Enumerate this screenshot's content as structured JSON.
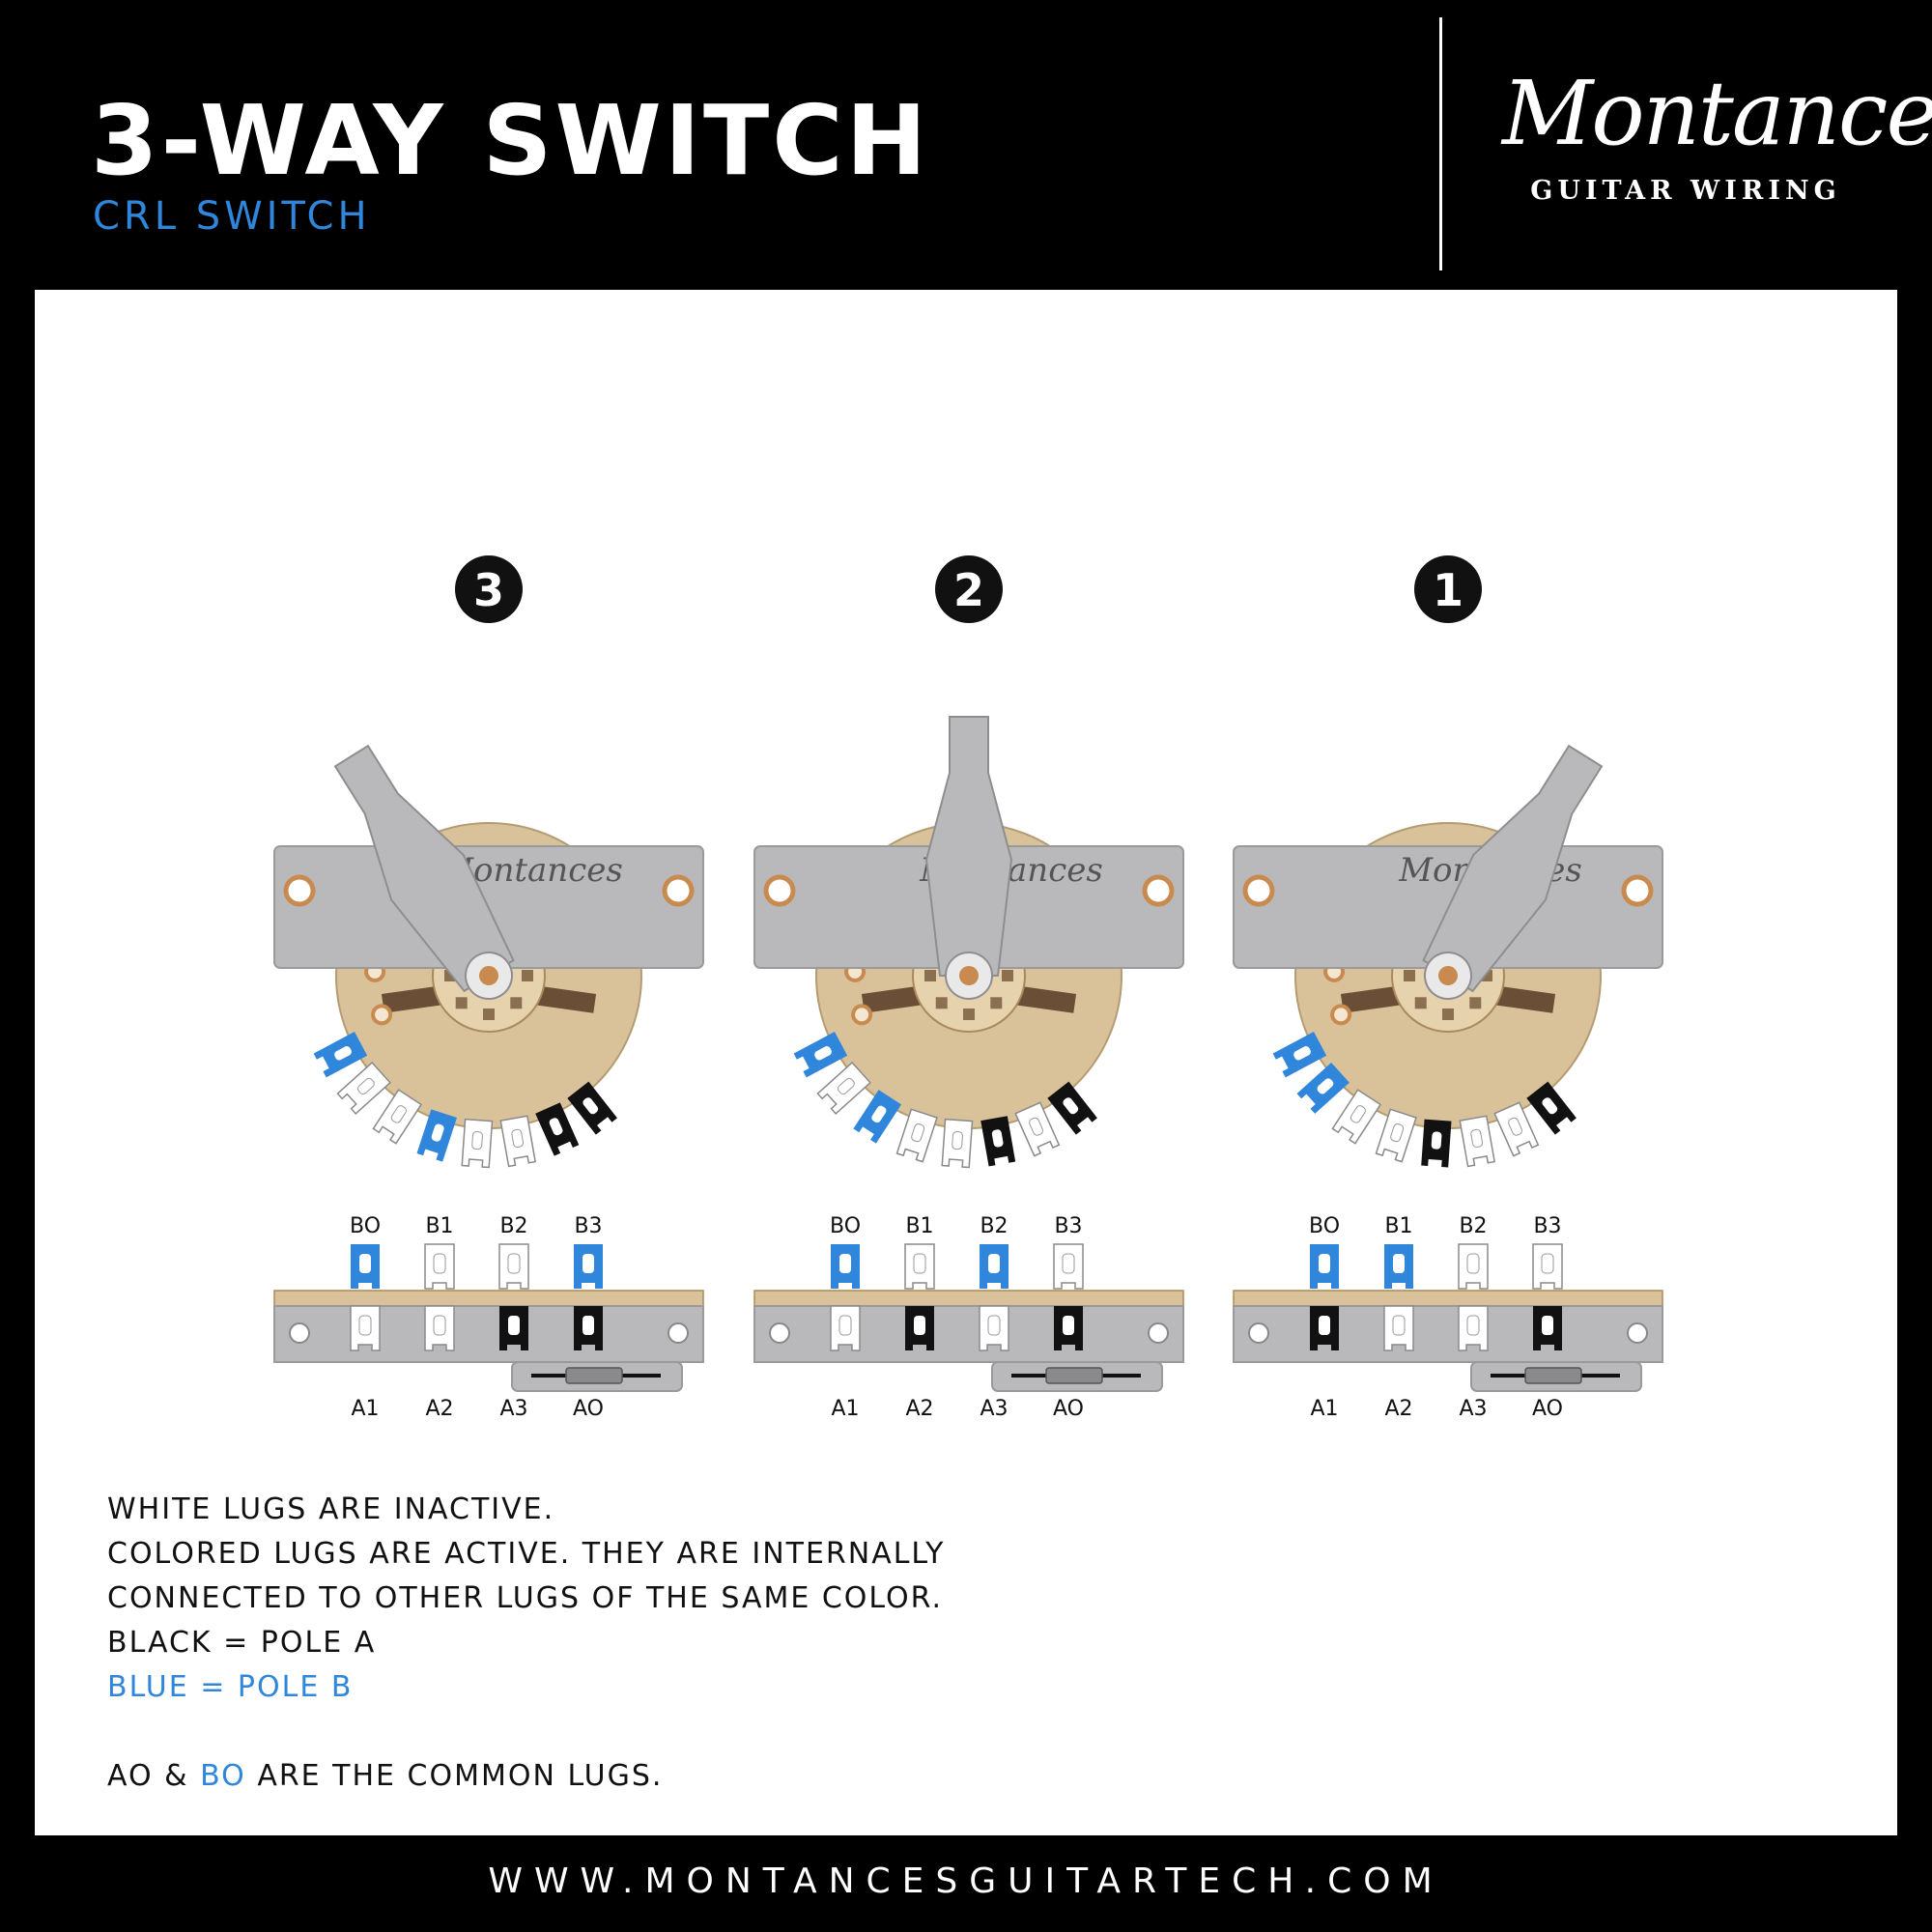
{
  "header": {
    "title": "3-WAY SWITCH",
    "subtitle": "CRL SWITCH",
    "brand_script": "Montances",
    "brand_sub": "GUITAR WIRING"
  },
  "colors": {
    "pole_a": "#111111",
    "pole_b": "#2f86da",
    "inactive": "#ffffff",
    "plate": "#b9b9bb",
    "wafer": "#d9c29a",
    "eyelet": "#c98a50"
  },
  "switch_brand": "Montances",
  "positions": [
    {
      "number": "3",
      "lever": "left",
      "pole_b_lugs": [
        "BO",
        "B1",
        "B2",
        "B3"
      ],
      "pole_b_active": [
        true,
        false,
        false,
        true
      ],
      "pole_a_lugs": [
        "A1",
        "A2",
        "A3",
        "AO"
      ],
      "pole_a_active": [
        false,
        false,
        true,
        true
      ]
    },
    {
      "number": "2",
      "lever": "center",
      "pole_b_lugs": [
        "BO",
        "B1",
        "B2",
        "B3"
      ],
      "pole_b_active": [
        true,
        false,
        true,
        false
      ],
      "pole_a_lugs": [
        "A1",
        "A2",
        "A3",
        "AO"
      ],
      "pole_a_active": [
        false,
        true,
        false,
        true
      ]
    },
    {
      "number": "1",
      "lever": "right",
      "pole_b_lugs": [
        "BO",
        "B1",
        "B2",
        "B3"
      ],
      "pole_b_active": [
        true,
        true,
        false,
        false
      ],
      "pole_a_lugs": [
        "A1",
        "A2",
        "A3",
        "AO"
      ],
      "pole_a_active": [
        true,
        false,
        false,
        true
      ]
    }
  ],
  "notes": {
    "line1": "WHITE LUGS ARE INACTIVE.",
    "line2": "COLORED LUGS ARE ACTIVE. THEY ARE INTERNALLY",
    "line3": "CONNECTED TO OTHER LUGS OF THE SAME COLOR.",
    "line4": "BLACK = POLE A",
    "line5": "BLUE = POLE B",
    "line6_ao": "AO &",
    "line6_bo": "BO",
    "line6_rest": "ARE THE COMMON LUGS."
  },
  "footer": "WWW.MONTANCESGUITARTECH.COM"
}
